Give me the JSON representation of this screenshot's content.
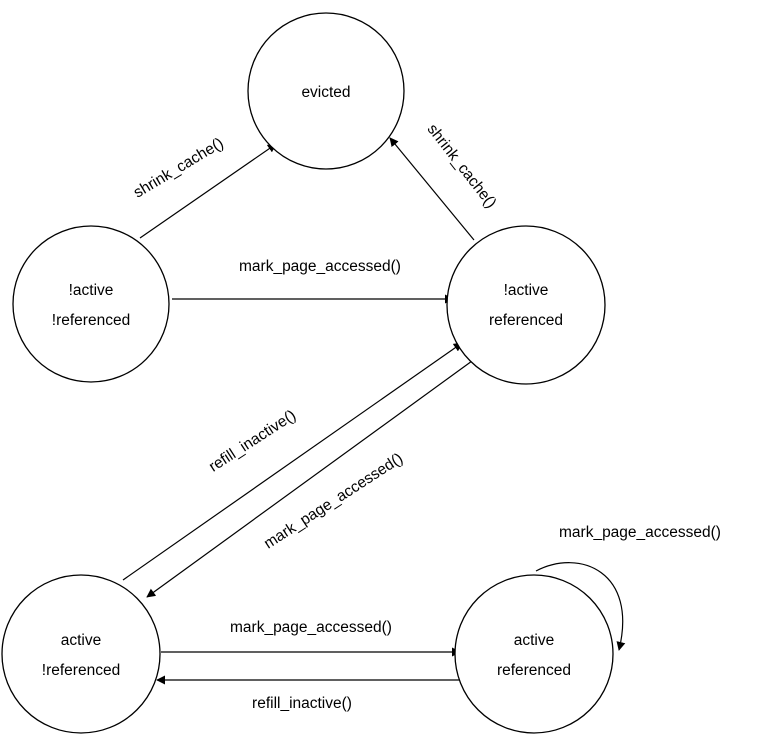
{
  "states": {
    "evicted": {
      "lines": [
        "evicted"
      ]
    },
    "inactive_unref": {
      "lines": [
        "!active",
        "!referenced"
      ]
    },
    "inactive_ref": {
      "lines": [
        "!active",
        "referenced"
      ]
    },
    "active_unref": {
      "lines": [
        "active",
        "!referenced"
      ]
    },
    "active_ref": {
      "lines": [
        "active",
        "referenced"
      ]
    }
  },
  "transitions": {
    "shrink_left": "shrink_cache()",
    "shrink_right": "shrink_cache()",
    "access_inactive": "mark_page_accessed()",
    "refill_up": "refill_inactive()",
    "access_down": "mark_page_accessed()",
    "access_active": "mark_page_accessed()",
    "refill_left": "refill_inactive()",
    "access_self": "mark_page_accessed()"
  }
}
